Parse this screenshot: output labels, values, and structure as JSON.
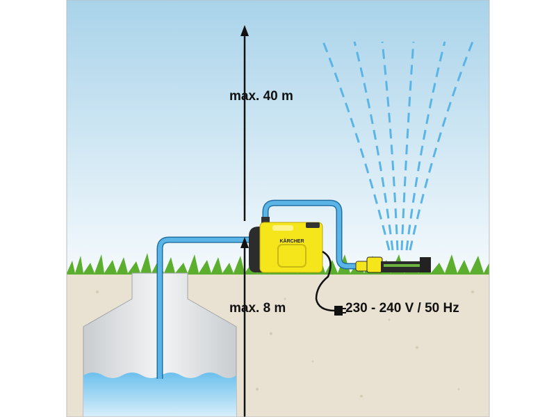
{
  "labels": {
    "max_height": "max. 40 m",
    "max_suction": "max. 8 m",
    "power_supply": "230 - 240 V / 50 Hz"
  },
  "pump_brand": "KÄRCHER",
  "colors": {
    "sky_top": "#a9d3ea",
    "sky_bottom": "#ffffff",
    "soil": "#e9e1d2",
    "hose": "#5ab4e5",
    "water": "#6cc0ee",
    "pump_body": "#f5e51b",
    "grass": "#5cae2e"
  }
}
